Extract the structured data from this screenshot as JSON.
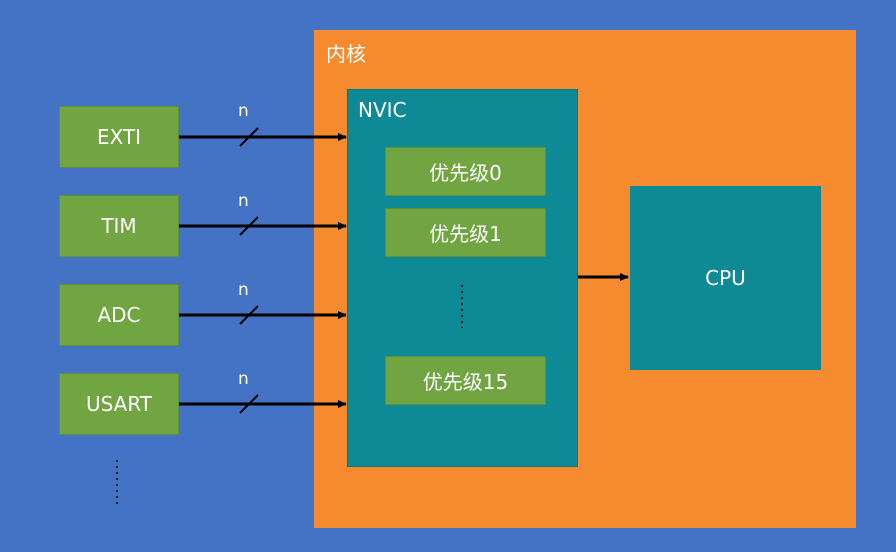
{
  "core": {
    "label": "内核"
  },
  "nvic": {
    "label": "NVIC",
    "priorities": [
      "优先级0",
      "优先级1",
      "优先级15"
    ]
  },
  "cpu": {
    "label": "CPU"
  },
  "sources": [
    {
      "label": "EXTI",
      "bus": "n"
    },
    {
      "label": "TIM",
      "bus": "n"
    },
    {
      "label": "ADC",
      "bus": "n"
    },
    {
      "label": "USART",
      "bus": "n"
    }
  ],
  "colors": {
    "background": "#4472c4",
    "core": "#f68a2e",
    "nvic": "#0e8a96",
    "cpu": "#0e8a96",
    "block_green": "#71a542",
    "wire": "#000000"
  }
}
